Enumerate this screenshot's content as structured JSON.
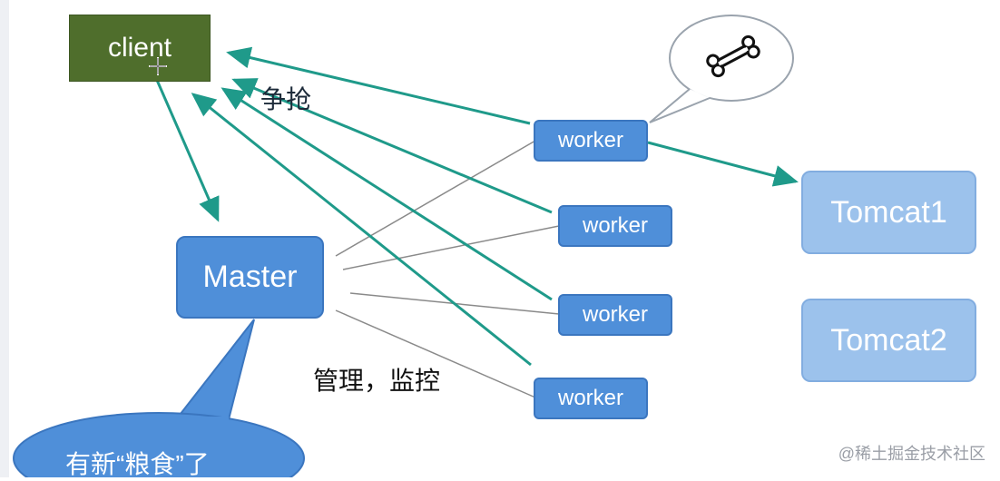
{
  "nodes": {
    "client": "client",
    "master": "Master",
    "worker_1": "worker",
    "worker_2": "worker",
    "worker_3": "worker",
    "worker_4": "worker",
    "tomcat_1": "Tomcat1",
    "tomcat_2": "Tomcat2"
  },
  "labels": {
    "compete": "争抢",
    "manage_monitor": "管理，监控",
    "new_food": "有新“粮食”了"
  },
  "watermark": "@稀土掘金技术社区",
  "icons": {
    "bone": "bone-icon",
    "cursor": "crosshair-cursor-icon"
  },
  "colors": {
    "client_fill": "#4f6e2c",
    "node_fill": "#4f8fd9",
    "tomcat_fill": "#9cc2ec",
    "arrow_teal": "#1f9a8a",
    "manage_line": "#8a8a8a"
  }
}
